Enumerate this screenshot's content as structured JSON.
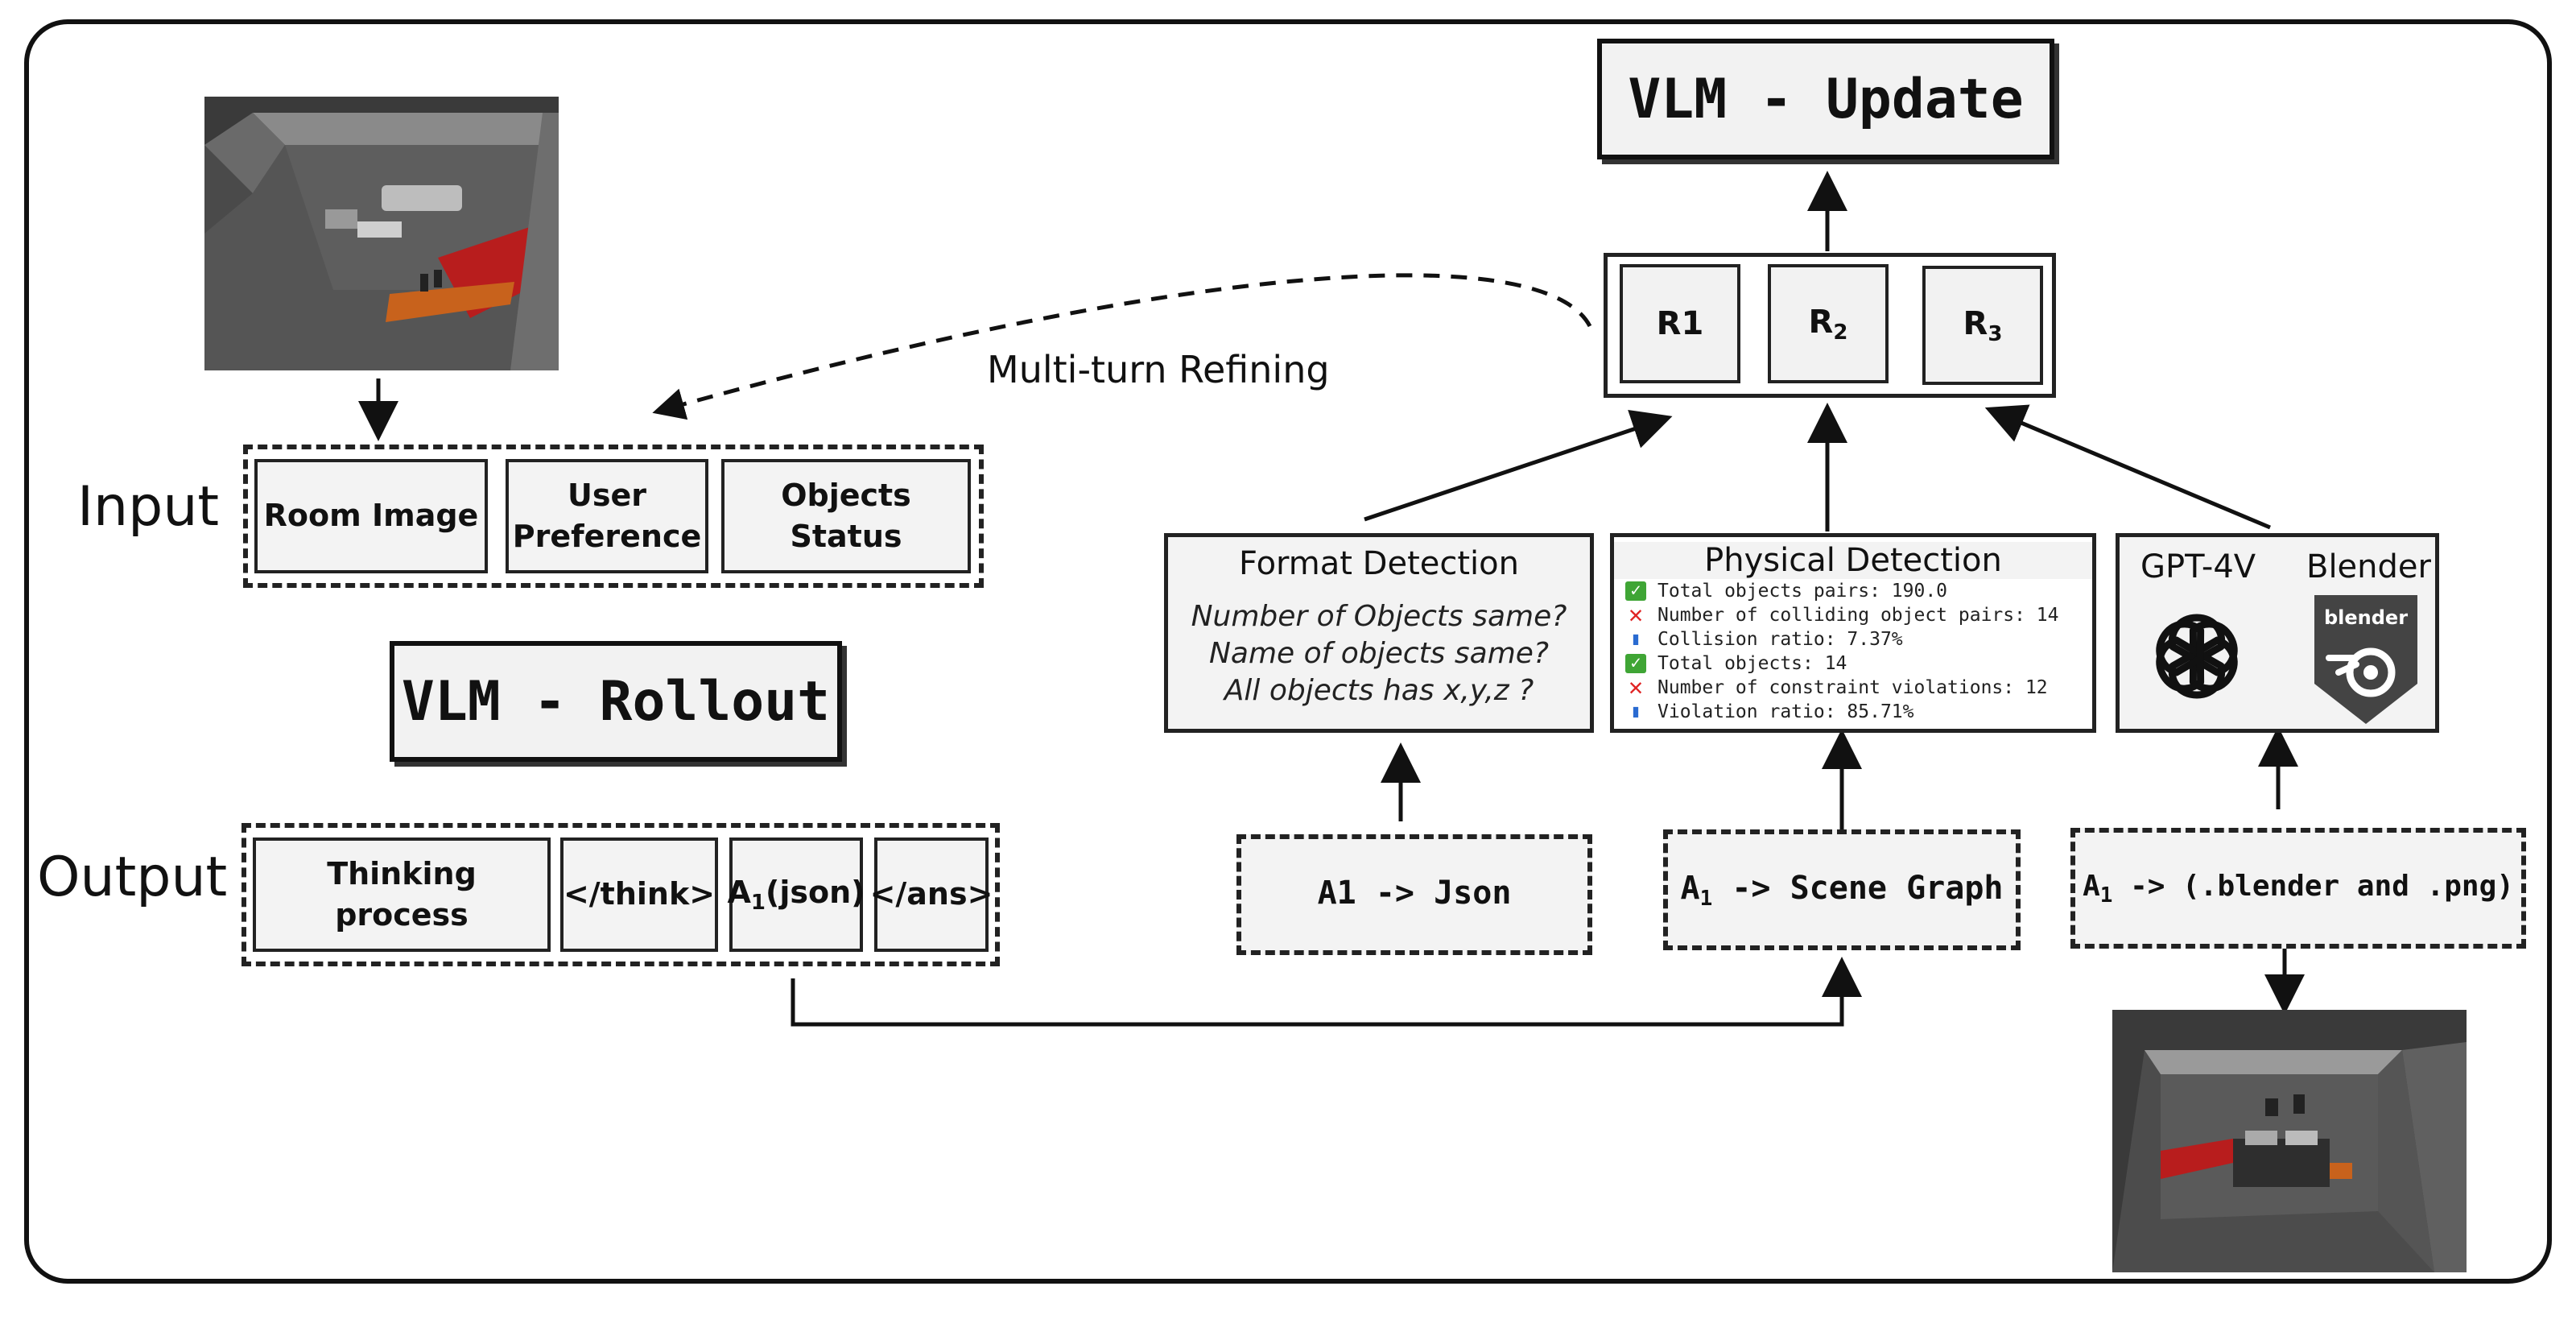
{
  "rollout": {
    "title": "VLM - Rollout",
    "input_label": "Input",
    "output_label": "Output",
    "inputs": [
      "Room Image",
      "User\nPreference",
      "Objects\nStatus"
    ],
    "outputs": {
      "thinking": "Thinking process",
      "think_close": "</think>",
      "answer_main": "A",
      "answer_sub": "1",
      "answer_tail": "(json)",
      "ans_close": "</ans>"
    }
  },
  "update": {
    "title": "VLM - Update",
    "rewards": [
      {
        "main": "R1",
        "sub": ""
      },
      {
        "main": "R",
        "sub": "2"
      },
      {
        "main": "R",
        "sub": "3"
      }
    ]
  },
  "refine_label": "Multi-turn Refining",
  "format_detection": {
    "title": "Format Detection",
    "questions": [
      "Number of Objects same?",
      "Name of objects same?",
      "All objects has x,y,z ?"
    ]
  },
  "physical_detection": {
    "title": "Physical Detection",
    "metrics": [
      {
        "status": "ok",
        "text": "Total objects pairs: 190.0"
      },
      {
        "status": "bad",
        "text": "Number of colliding object pairs: 14"
      },
      {
        "status": "bar",
        "text": "Collision ratio: 7.37%"
      },
      {
        "status": "ok",
        "text": "Total objects: 14"
      },
      {
        "status": "bad",
        "text": "Number of constraint violations: 12"
      },
      {
        "status": "bar",
        "text": "Violation ratio: 85.71%"
      }
    ]
  },
  "tools": {
    "gpt_label": "GPT-4V",
    "blender_label": "Blender",
    "blender_logo_text": "blender",
    "gpt_icon": "openai-knot-icon",
    "blender_icon": "blender-logo-icon"
  },
  "conversions": {
    "json": {
      "main": "A1",
      "sub": "",
      "tail": " -> Json"
    },
    "scene": {
      "main": "A",
      "sub": "1",
      "tail": " -> Scene Graph"
    },
    "blender": {
      "main": "A",
      "sub": "1",
      "tail": " -> (.blender and .png)"
    }
  },
  "colors": {
    "line": "#111111",
    "box_fill": "#f3f3f3",
    "render_bg": "#3c3c3c",
    "rug": "#b81d1d",
    "desk": "#c8621c",
    "check": "#3fa535",
    "cross": "#e02424",
    "chart": "#2a6bd1"
  }
}
